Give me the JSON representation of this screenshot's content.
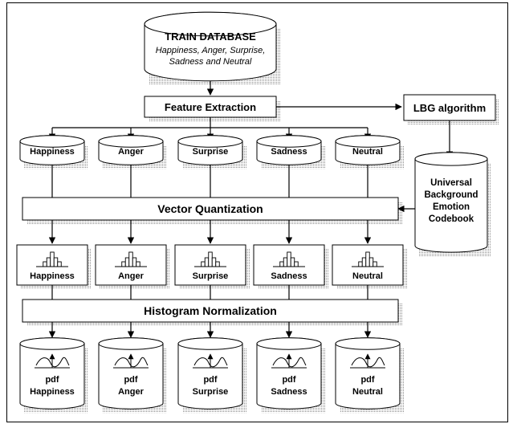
{
  "train_database": {
    "title": "TRAIN DATABASE",
    "subtitle_lines": [
      "Happiness, Anger, Surprise,",
      "Sadness and Neutral"
    ]
  },
  "feature_extraction": "Feature Extraction",
  "lbg_algorithm": "LBG algorithm",
  "codebook_lines": [
    "Universal",
    "Background",
    "Emotion",
    "Codebook"
  ],
  "vector_quantization": "Vector Quantization",
  "histogram_normalization": "Histogram Normalization",
  "emotions": [
    "Happiness",
    "Anger",
    "Surprise",
    "Sadness",
    "Neutral"
  ],
  "pdf_prefix": "pdf",
  "colors": {
    "stroke": "#000000",
    "fill": "#ffffff",
    "shadow": "#9a9a9a"
  }
}
